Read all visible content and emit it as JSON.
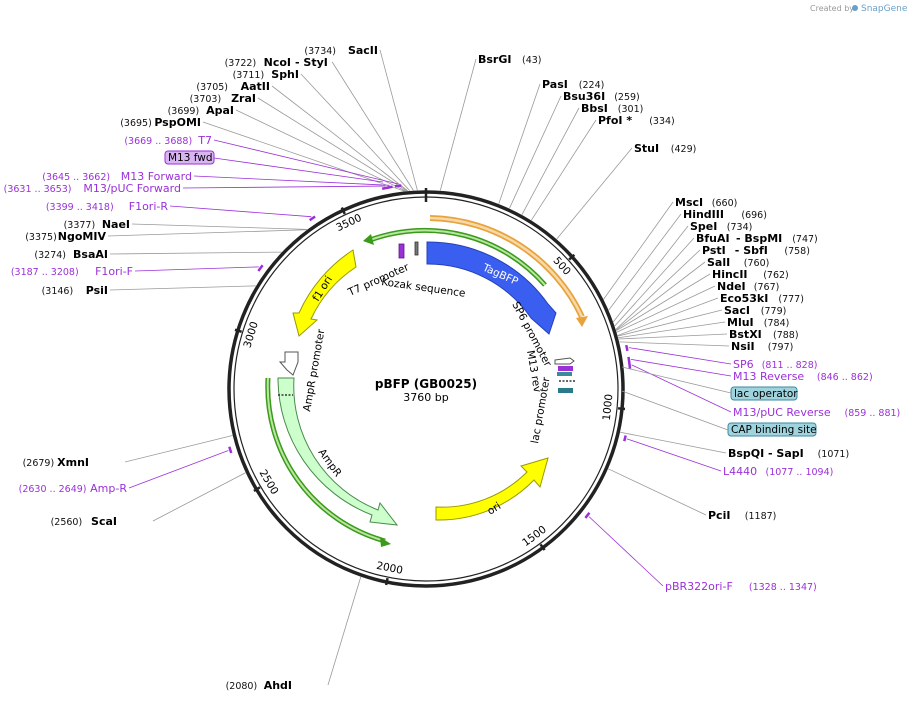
{
  "header": {
    "created_by": "Created by",
    "brand": "SnapGene"
  },
  "plasmid": {
    "name": "pBFP (GB0025)",
    "length_label": "3760 bp",
    "length": 3760
  },
  "ticks": [
    {
      "pos": 500,
      "label": "500"
    },
    {
      "pos": 1000,
      "label": "1000"
    },
    {
      "pos": 1500,
      "label": "1500"
    },
    {
      "pos": 2000,
      "label": "2000"
    },
    {
      "pos": 2500,
      "label": "2500"
    },
    {
      "pos": 3000,
      "label": "3000"
    },
    {
      "pos": 3500,
      "label": "3500"
    }
  ],
  "sites": [
    {
      "name": "SacII",
      "pos": "(3734)",
      "bp": 3734,
      "side": "left"
    },
    {
      "name": "NcoI",
      "extra": "- StyI",
      "pos": "(3722)",
      "bp": 3722,
      "side": "left"
    },
    {
      "name": "SphI",
      "pos": "(3711)",
      "bp": 3711,
      "side": "left"
    },
    {
      "name": "AatII",
      "pos": "(3705)",
      "bp": 3705,
      "side": "left"
    },
    {
      "name": "ZraI",
      "pos": "(3703)",
      "bp": 3703,
      "side": "left"
    },
    {
      "name": "ApaI",
      "pos": "(3699)",
      "bp": 3699,
      "side": "left"
    },
    {
      "name": "PspOMI",
      "pos": "(3695)",
      "bp": 3695,
      "side": "left"
    },
    {
      "name": "NaeI",
      "pos": "(3377)",
      "bp": 3377,
      "side": "left"
    },
    {
      "name": "NgoMIV",
      "pos": "(3375)",
      "bp": 3375,
      "side": "left"
    },
    {
      "name": "BsaAI",
      "pos": "(3274)",
      "bp": 3274,
      "side": "left"
    },
    {
      "name": "PsiI",
      "pos": "(3146)",
      "bp": 3146,
      "side": "left"
    },
    {
      "name": "XmnI",
      "pos": "(2679)",
      "bp": 2679,
      "side": "left"
    },
    {
      "name": "ScaI",
      "pos": "(2560)",
      "bp": 2560,
      "side": "left"
    },
    {
      "name": "AhdI",
      "pos": "(2080)",
      "bp": 2080,
      "side": "left"
    },
    {
      "name": "BsrGI",
      "pos": "(43)",
      "bp": 43,
      "side": "right"
    },
    {
      "name": "PasI",
      "pos": "(224)",
      "bp": 224,
      "side": "right"
    },
    {
      "name": "Bsu36I",
      "pos": "(259)",
      "bp": 259,
      "side": "right"
    },
    {
      "name": "BbsI",
      "pos": "(301)",
      "bp": 301,
      "side": "right"
    },
    {
      "name": "PfoI *",
      "pos": "(334)",
      "bp": 334,
      "side": "right"
    },
    {
      "name": "StuI",
      "pos": "(429)",
      "bp": 429,
      "side": "right"
    },
    {
      "name": "MscI",
      "pos": "(660)",
      "bp": 660,
      "side": "right"
    },
    {
      "name": "HindIII",
      "pos": "(696)",
      "bp": 696,
      "side": "right"
    },
    {
      "name": "SpeI",
      "pos": "(734)",
      "bp": 734,
      "side": "right"
    },
    {
      "name": "BfuAI",
      "extra": "- BspMI",
      "pos": "(747)",
      "bp": 747,
      "side": "right"
    },
    {
      "name": "PstI",
      "extra": "- SbfI",
      "pos": "(758)",
      "bp": 758,
      "side": "right"
    },
    {
      "name": "SalI",
      "pos": "(760)",
      "bp": 760,
      "side": "right"
    },
    {
      "name": "HincII",
      "pos": "(762)",
      "bp": 762,
      "side": "right"
    },
    {
      "name": "NdeI",
      "pos": "(767)",
      "bp": 767,
      "side": "right"
    },
    {
      "name": "Eco53kI",
      "pos": "(777)",
      "bp": 777,
      "side": "right"
    },
    {
      "name": "SacI",
      "pos": "(779)",
      "bp": 779,
      "side": "right"
    },
    {
      "name": "MluI",
      "pos": "(784)",
      "bp": 784,
      "side": "right"
    },
    {
      "name": "BstXI",
      "pos": "(788)",
      "bp": 788,
      "side": "right"
    },
    {
      "name": "NsiI",
      "pos": "(797)",
      "bp": 797,
      "side": "right"
    },
    {
      "name": "BspQI",
      "extra": "- SapI",
      "pos": "(1071)",
      "bp": 1071,
      "side": "right"
    },
    {
      "name": "PciI",
      "pos": "(1187)",
      "bp": 1187,
      "side": "right"
    }
  ],
  "primers": [
    {
      "name": "T7",
      "pos": "(3669 .. 3688)",
      "start": 3669,
      "end": 3688,
      "side": "left"
    },
    {
      "name": "M13 Forward",
      "pos": "(3645 .. 3662)",
      "start": 3645,
      "end": 3662,
      "side": "left"
    },
    {
      "name": "M13/pUC Forward",
      "pos": "(3631 .. 3653)",
      "start": 3631,
      "end": 3653,
      "side": "left"
    },
    {
      "name": "F1ori-R",
      "pos": "(3399 .. 3418)",
      "start": 3399,
      "end": 3418,
      "side": "left"
    },
    {
      "name": "F1ori-F",
      "pos": "(3187 .. 3208)",
      "start": 3187,
      "end": 3208,
      "side": "left"
    },
    {
      "name": "Amp-R",
      "pos": "(2630 .. 2649)",
      "start": 2630,
      "end": 2649,
      "side": "left"
    },
    {
      "name": "SP6",
      "pos": "(811 .. 828)",
      "start": 811,
      "end": 828,
      "side": "right"
    },
    {
      "name": "M13 Reverse",
      "pos": "(846 .. 862)",
      "start": 846,
      "end": 862,
      "side": "right"
    },
    {
      "name": "M13/pUC Reverse",
      "pos": "(859 .. 881)",
      "start": 859,
      "end": 881,
      "side": "right"
    },
    {
      "name": "L4440",
      "pos": "(1077 .. 1094)",
      "start": 1077,
      "end": 1094,
      "side": "right"
    },
    {
      "name": "pBR322ori-F",
      "pos": "(1328 .. 1347)",
      "start": 1328,
      "end": 1347,
      "side": "right"
    }
  ],
  "boxed_features": [
    {
      "name": "M13 fwd",
      "color": "#d8b4f0",
      "stroke": "#9b30d9"
    },
    {
      "name": "lac operator",
      "color": "#9fd4de",
      "stroke": "#3b8a9c"
    },
    {
      "name": "CAP binding site",
      "color": "#9fd4de",
      "stroke": "#3b8a9c"
    }
  ],
  "features": [
    {
      "name": "TagBFP",
      "start": 30,
      "end": 715,
      "color": "#3a5ff0",
      "direction": "cw"
    },
    {
      "name": "ori",
      "start": 1220,
      "end": 1800,
      "color": "#ffff00",
      "direction": "ccw"
    },
    {
      "name": "AmpR",
      "start": 2060,
      "end": 2920,
      "color": "#ccffcc",
      "direction": "ccw"
    },
    {
      "name": "f1 ori",
      "start": 3040,
      "end": 3440,
      "color": "#ffff00",
      "direction": "ccw"
    }
  ],
  "feature_labels": {
    "t7_promoter": "T7 promoter",
    "kozak": "Kozak sequence",
    "sp6_promoter": "SP6 promoter",
    "m13_rev": "M13 rev",
    "lac_promoter": "lac promoter",
    "ampr_promoter": "AmpR promoter"
  },
  "colors": {
    "backbone": "#222222",
    "primer": "#9b30d9",
    "orange_arc": "#e8a33c",
    "green_arc": "#3a9a1a"
  }
}
